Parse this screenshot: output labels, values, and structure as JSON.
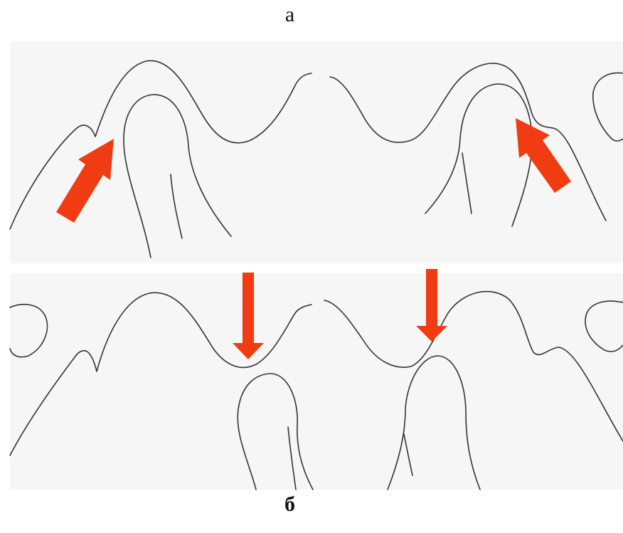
{
  "labels": {
    "top": "а",
    "bottom": "б"
  },
  "colors": {
    "arrow": "#f13c13",
    "outline": "#333333",
    "panel_background": "#f6f6f6"
  },
  "panels": [
    {
      "id": "a",
      "arrows": [
        "upward-diagonal-left",
        "upward-diagonal-right"
      ]
    },
    {
      "id": "b",
      "arrows": [
        "down-left",
        "down-right"
      ]
    }
  ]
}
